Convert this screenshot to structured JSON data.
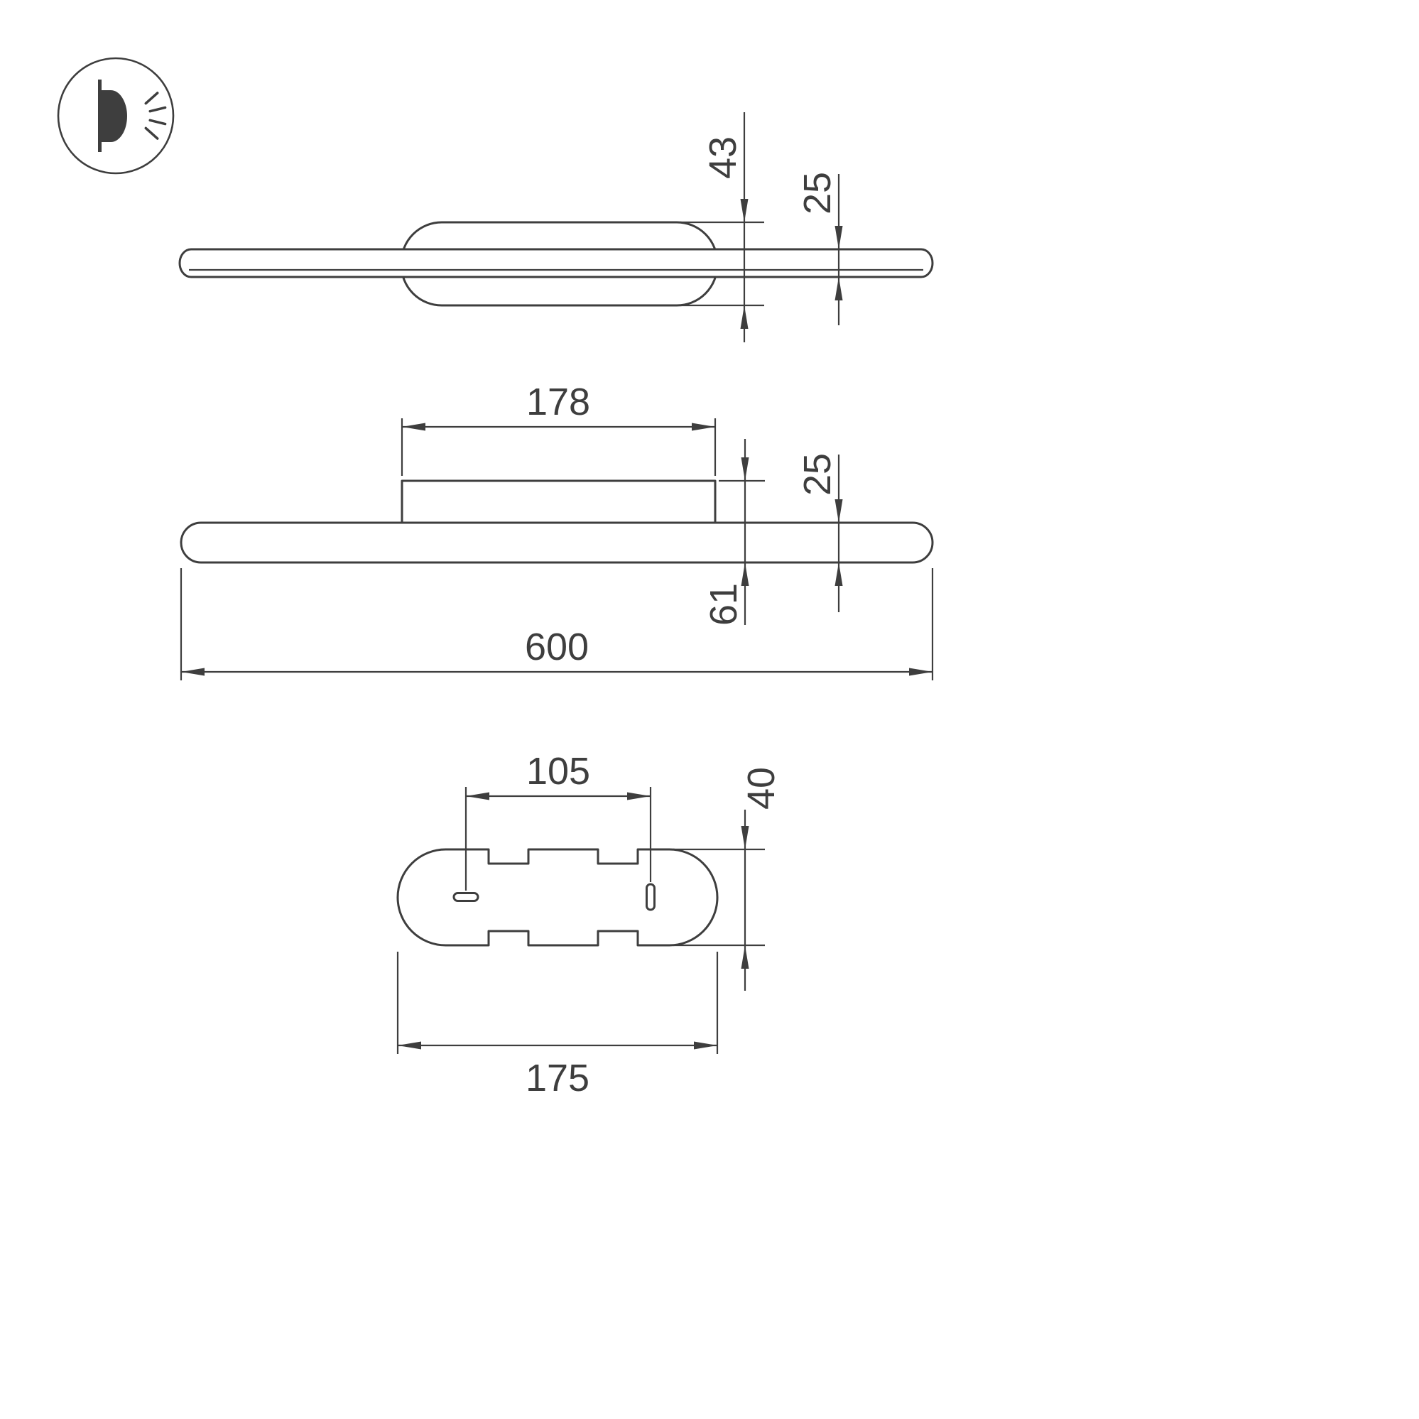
{
  "page": {
    "background_color": "#ffffff",
    "line_color": "#3e3e3e"
  },
  "icon": {
    "name": "wall-mounted-light-icon"
  },
  "dims": {
    "side_depth": "43",
    "side_bar_thickness": "25",
    "front_plate_width": "178",
    "front_bar_thickness": "25",
    "front_total_height": "61",
    "front_total_width": "600",
    "bracket_slot_spacing": "105",
    "bracket_depth": "40",
    "bracket_width": "175"
  }
}
